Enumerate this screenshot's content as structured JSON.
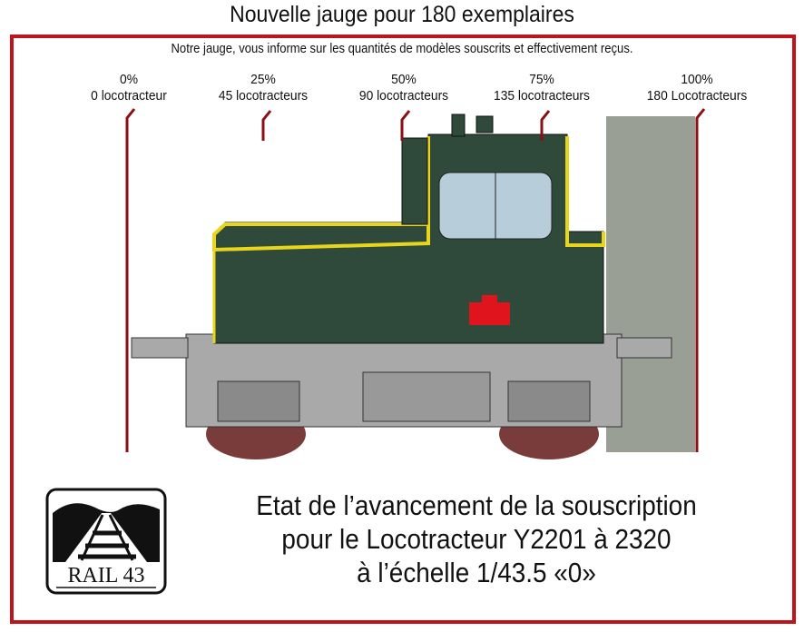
{
  "title": "Nouvelle jauge pour 180 exemplaires",
  "subtitle": "Notre jauge, vous informe sur les quantités de modèles souscrits et effectivement reçus.",
  "gauge": {
    "progress_percent": 0,
    "markers": [
      {
        "percent": "0%",
        "count": "0 locotracteur"
      },
      {
        "percent": "25%",
        "count": "45 locotracteurs"
      },
      {
        "percent": "50%",
        "count": "90 locotracteurs"
      },
      {
        "percent": "75%",
        "count": "135 locotracteurs"
      },
      {
        "percent": "100%",
        "count": "180 Locotracteurs"
      }
    ]
  },
  "description": {
    "line1": "Etat de l’avancement de la souscription",
    "line2": "pour le Locotracteur Y2201 à 2320",
    "line3": "à l’échelle 1/43.5 «0»"
  },
  "logo": {
    "text": "RAIL 43"
  },
  "colors": {
    "frame": "#c0141c",
    "marker": "#8b0f14",
    "body": "#2f4a3b",
    "trim": "#e8d51c",
    "chassis": "#a9a9a9",
    "wheels": "#7a3b3b"
  }
}
